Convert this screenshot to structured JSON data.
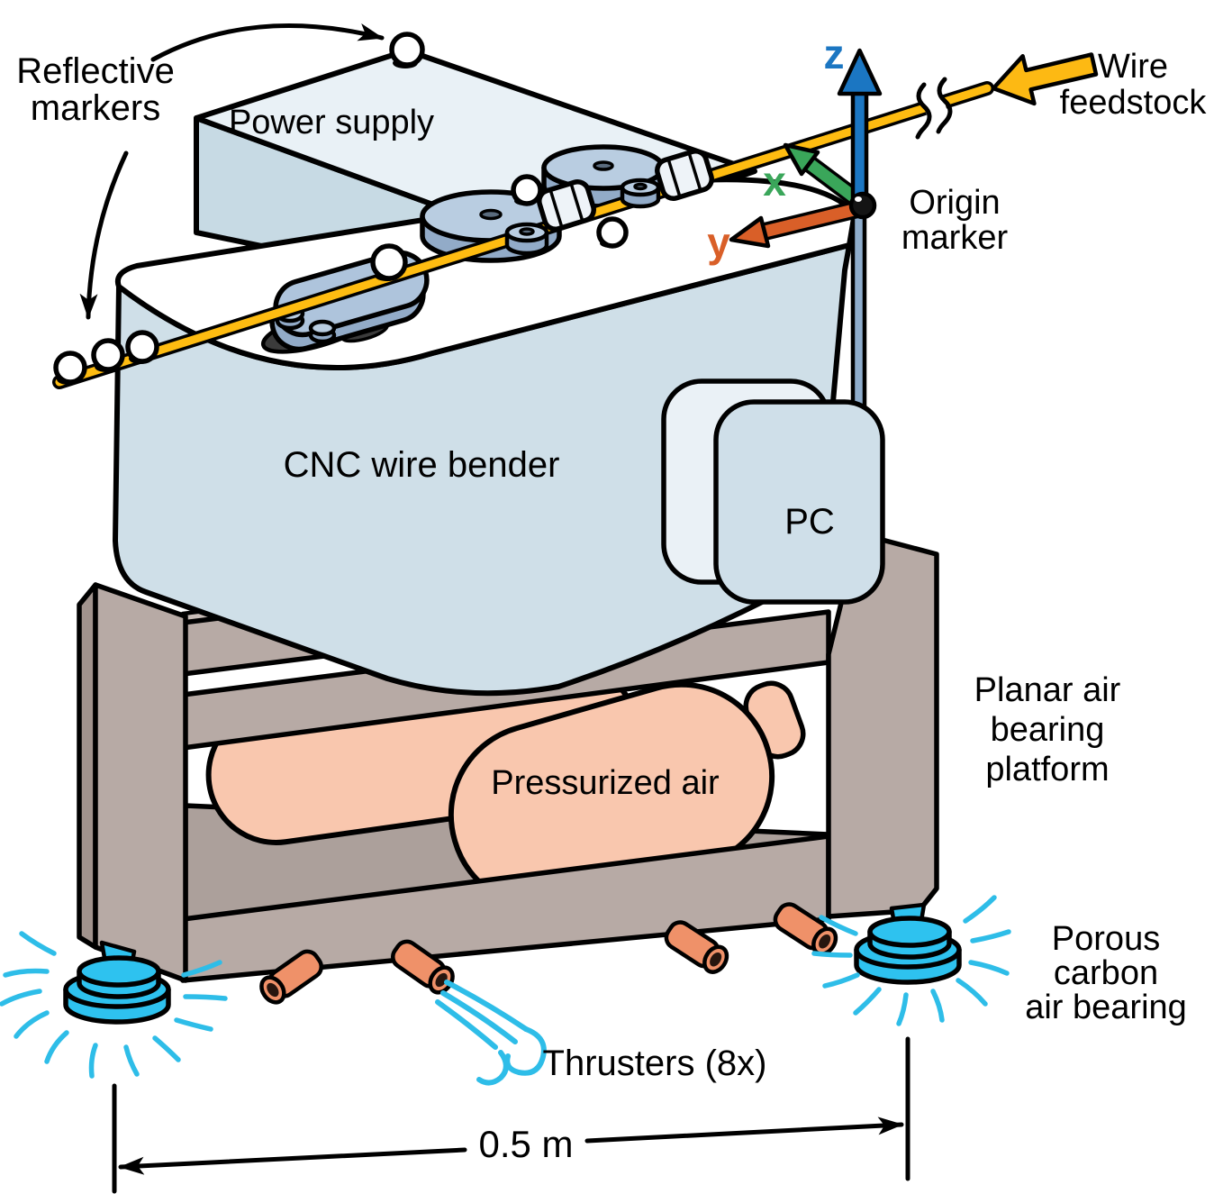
{
  "diagram": {
    "labels": {
      "reflective_markers": [
        "Reflective",
        "markers"
      ],
      "power_supply": "Power supply",
      "wire_feedstock": [
        "Wire",
        "feedstock"
      ],
      "origin_marker": [
        "Origin",
        "marker"
      ],
      "cnc_wire_bender": "CNC wire bender",
      "pc": "PC",
      "pressurized_air": "Pressurized air",
      "planar_platform": [
        "Planar air",
        "bearing",
        "platform"
      ],
      "porous_bearing": [
        "Porous",
        "carbon",
        "air bearing"
      ],
      "thrusters": "Thrusters (8x)",
      "dimension": "0.5 m"
    },
    "axes": {
      "x": {
        "label": "x",
        "color": "#3aa65a"
      },
      "y": {
        "label": "y",
        "color": "#d95f28"
      },
      "z": {
        "label": "z",
        "color": "#1b76c2"
      }
    },
    "colors": {
      "machine_body": "#cfdfe8",
      "machine_top": "#ffffff",
      "power_supply_top": "#e9f1f6",
      "power_supply_side": "#c7dae4",
      "platform": "#b7aaa5",
      "platform_dark": "#a1938d",
      "tank": "#f9c7ae",
      "thruster": "#ef9169",
      "air_bearing_cyan": "#2ec2ef",
      "wire_yellow": "#febc11",
      "feed_arrow_yellow": "#fdb913",
      "outline": "#000000"
    }
  }
}
